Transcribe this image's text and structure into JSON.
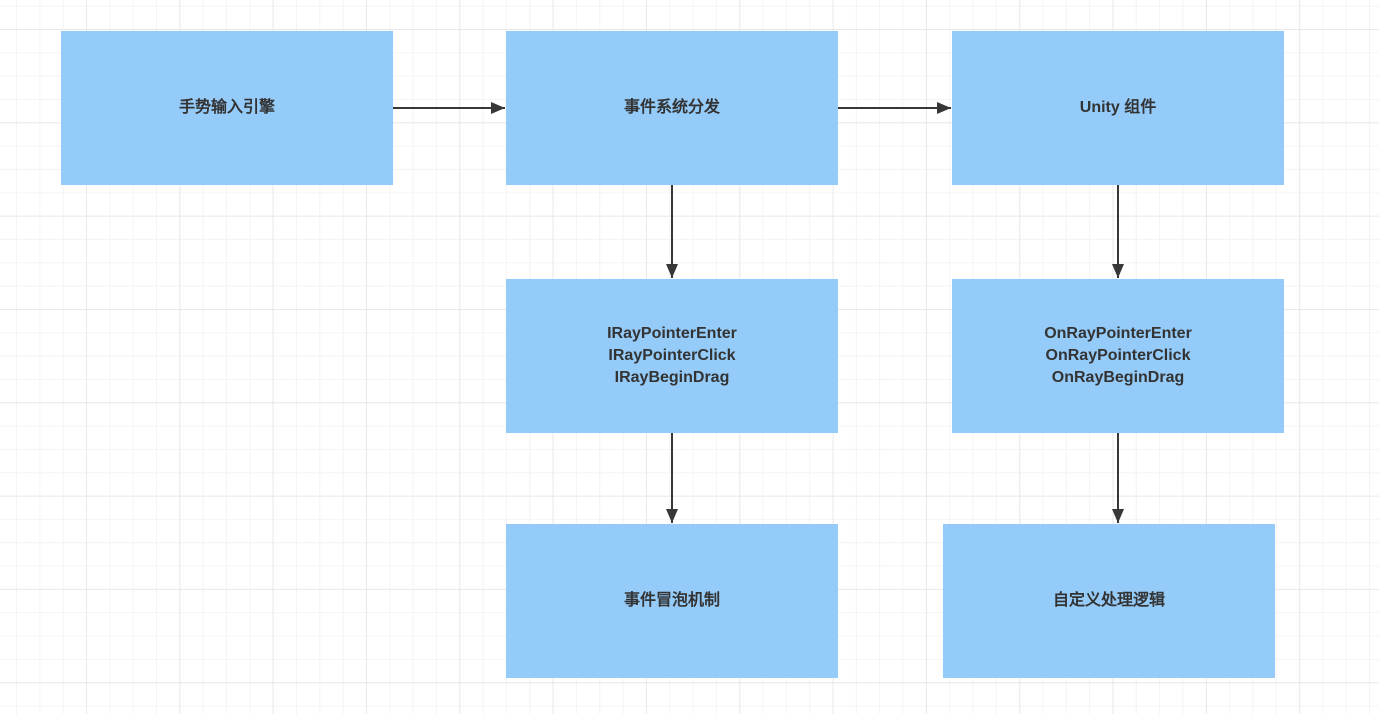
{
  "diagram": {
    "title": "Unity ray-pointer event flow diagram",
    "colors": {
      "node_fill": "#94CBF9",
      "node_text": "#333333",
      "edge": "#373737",
      "grid_minor": "#f4f4f6",
      "grid_major": "#e9e9ec",
      "background": "#ffffff"
    },
    "nodes": [
      {
        "id": "gesture-input-engine",
        "lines": [
          "手势输入引擎"
        ]
      },
      {
        "id": "event-system-dispatch",
        "lines": [
          "事件系统分发"
        ]
      },
      {
        "id": "unity-component",
        "lines": [
          "Unity 组件"
        ]
      },
      {
        "id": "iray-interfaces",
        "lines": [
          "IRayPointerEnter",
          "IRayPointerClick",
          "IRayBeginDrag"
        ]
      },
      {
        "id": "onray-handlers",
        "lines": [
          "OnRayPointerEnter",
          "OnRayPointerClick",
          "OnRayBeginDrag"
        ]
      },
      {
        "id": "event-bubbling",
        "lines": [
          "事件冒泡机制"
        ]
      },
      {
        "id": "custom-logic",
        "lines": [
          "自定义处理逻辑"
        ]
      }
    ],
    "edges": [
      {
        "from": "gesture-input-engine",
        "to": "event-system-dispatch"
      },
      {
        "from": "event-system-dispatch",
        "to": "unity-component"
      },
      {
        "from": "event-system-dispatch",
        "to": "iray-interfaces"
      },
      {
        "from": "unity-component",
        "to": "onray-handlers"
      },
      {
        "from": "iray-interfaces",
        "to": "event-bubbling"
      },
      {
        "from": "onray-handlers",
        "to": "custom-logic"
      }
    ]
  }
}
